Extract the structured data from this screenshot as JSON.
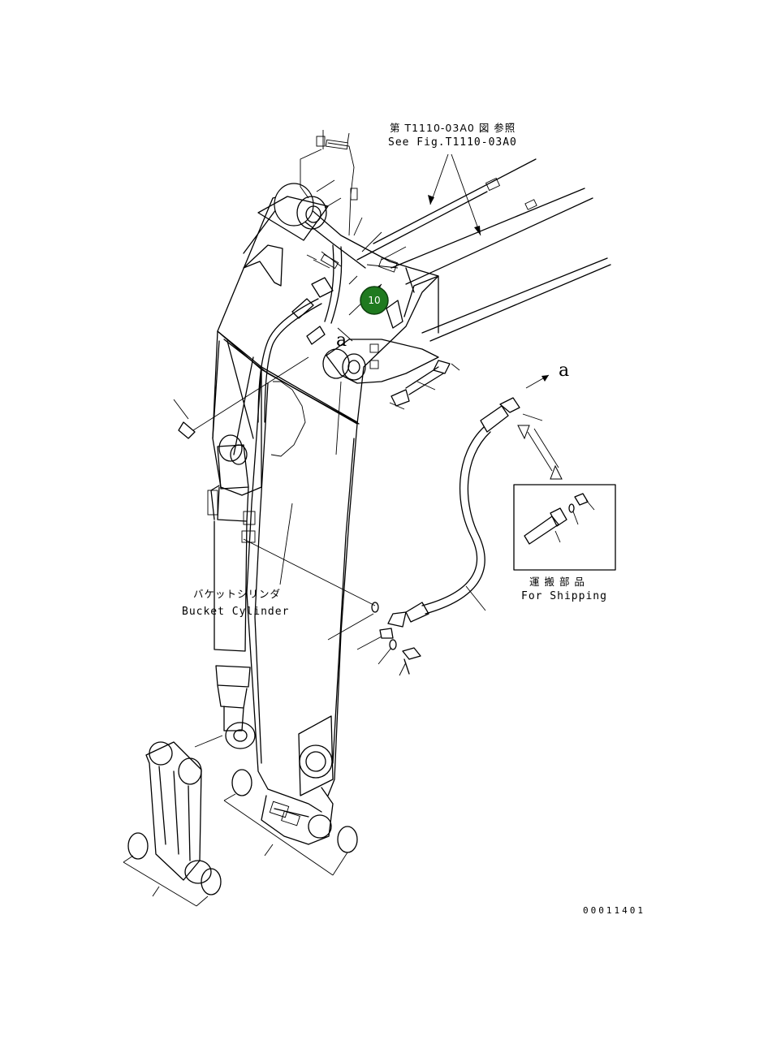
{
  "reference": {
    "jp": "第 T1110-03A0 図 参照",
    "en": "See Fig.T1110-03A0"
  },
  "bucket_cylinder": {
    "jp": "バケットシリンダ",
    "en": "Bucket Cylinder"
  },
  "shipping": {
    "jp": "運 搬 部 品",
    "en": "For Shipping"
  },
  "detail_marker": "a",
  "callout": {
    "label": "10",
    "color": "#1f7a1f"
  },
  "drawing_number": "00011401"
}
